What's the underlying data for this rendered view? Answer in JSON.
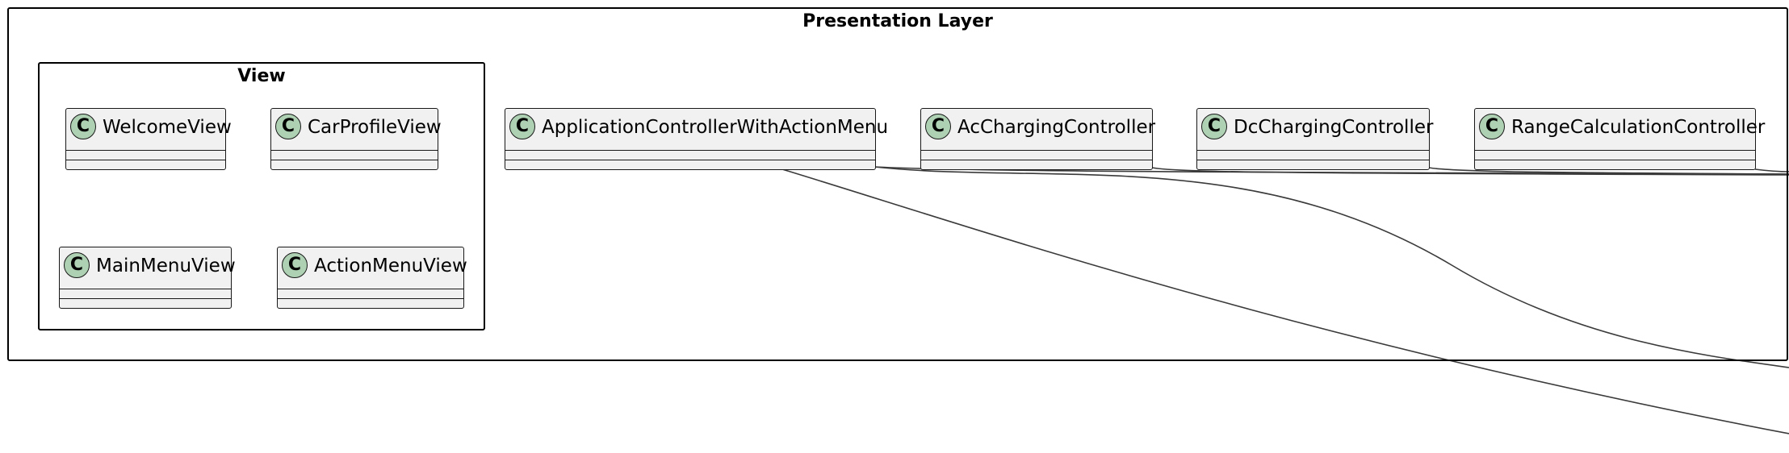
{
  "packages": {
    "presentation": {
      "title": "Presentation Layer"
    },
    "view": {
      "title": "View"
    }
  },
  "classes": {
    "welcome_view": {
      "name": "WelcomeView",
      "stereotype": "C"
    },
    "car_profile_view": {
      "name": "CarProfileView",
      "stereotype": "C"
    },
    "main_menu_view": {
      "name": "MainMenuView",
      "stereotype": "C"
    },
    "action_menu_view": {
      "name": "ActionMenuView",
      "stereotype": "C"
    },
    "app_controller": {
      "name": "ApplicationControllerWithActionMenu",
      "stereotype": "C"
    },
    "ac_controller": {
      "name": "AcChargingController",
      "stereotype": "C"
    },
    "dc_controller": {
      "name": "DcChargingController",
      "stereotype": "C"
    },
    "range_controller": {
      "name": "RangeCalculationController",
      "stereotype": "C"
    }
  },
  "colors": {
    "class_fill": "#f1f1f1",
    "class_border": "#181818",
    "stereotype_circle": "#add1b2",
    "link": "#3a3a3a"
  }
}
